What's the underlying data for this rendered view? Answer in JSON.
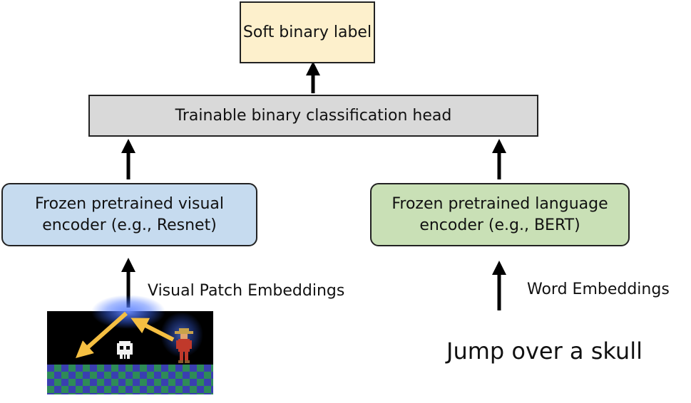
{
  "nodes": {
    "output": {
      "text": "Soft binary label",
      "fill": "#fdf0cc"
    },
    "head": {
      "text": "Trainable binary classification head",
      "fill": "#d9d9d9"
    },
    "visual_encoder": {
      "text": "Frozen pretrained visual encoder (e.g., Resnet)",
      "fill": "#c6dbef"
    },
    "language_encoder": {
      "text": "Frozen pretrained language encoder (e.g., BERT)",
      "fill": "#c9e0b6"
    }
  },
  "edges": [
    {
      "from": "head",
      "to": "output"
    },
    {
      "from": "visual_encoder",
      "to": "head"
    },
    {
      "from": "language_encoder",
      "to": "head"
    },
    {
      "from": "game_frame",
      "to": "visual_encoder",
      "label": "Visual Patch Embeddings"
    },
    {
      "from": "instruction",
      "to": "language_encoder",
      "label": "Word Embeddings"
    }
  ],
  "instruction": {
    "text": "Jump over a skull"
  },
  "colors": {
    "arrow": "#000000",
    "game_background": "#000000",
    "floor_green": "#2e8b57",
    "floor_blue": "#3a3fb0",
    "attention_arrow": "#f5bf42",
    "glow": "#3d6bff"
  },
  "icons": {
    "game_frame": "retro-game-frame-with-skull-and-explorer"
  }
}
